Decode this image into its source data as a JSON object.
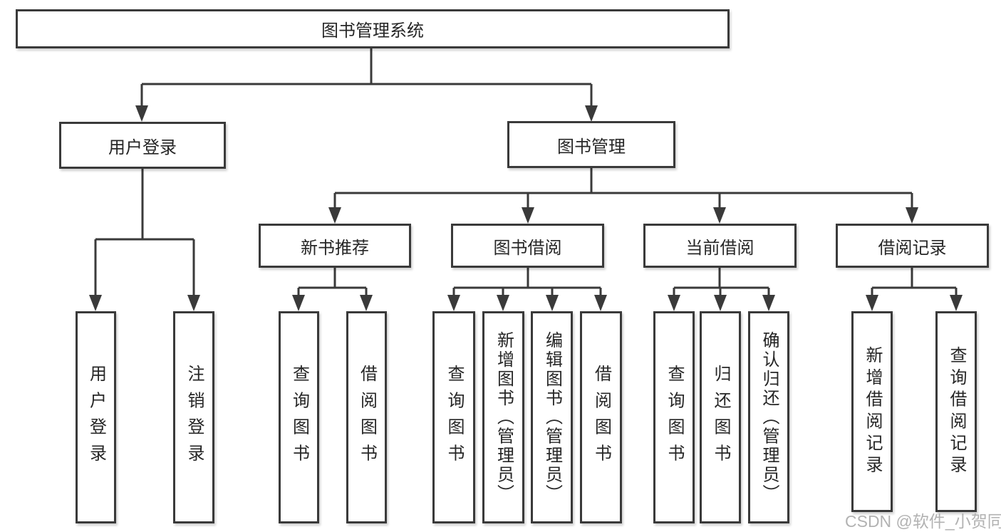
{
  "diagram": {
    "title": "图书管理系统",
    "tree": {
      "root": {
        "label": "图书管理系统"
      },
      "children": [
        {
          "label": "用户登录",
          "children": [
            {
              "label": "用户登录"
            },
            {
              "label": "注销登录"
            }
          ]
        },
        {
          "label": "图书管理",
          "children": [
            {
              "label": "新书推荐",
              "children": [
                {
                  "label": "查询图书"
                },
                {
                  "label": "借阅图书"
                }
              ]
            },
            {
              "label": "图书借阅",
              "children": [
                {
                  "label": "查询图书"
                },
                {
                  "label": "新增图书（管理员）"
                },
                {
                  "label": "编辑图书（管理员）"
                },
                {
                  "label": "借阅图书"
                }
              ]
            },
            {
              "label": "当前借阅",
              "children": [
                {
                  "label": "查询图书"
                },
                {
                  "label": "归还图书"
                },
                {
                  "label": "确认归还（管理员）"
                }
              ]
            },
            {
              "label": "借阅记录",
              "children": [
                {
                  "label": "新增借阅记录"
                },
                {
                  "label": "查询借阅记录"
                }
              ]
            }
          ]
        }
      ]
    },
    "colors": {
      "line": "#3a3a3a",
      "text": "#262626",
      "box_background": "#ffffff",
      "watermark": "#a4a4a4"
    }
  },
  "watermark": {
    "text": "CSDN @软件_小贺同学"
  }
}
